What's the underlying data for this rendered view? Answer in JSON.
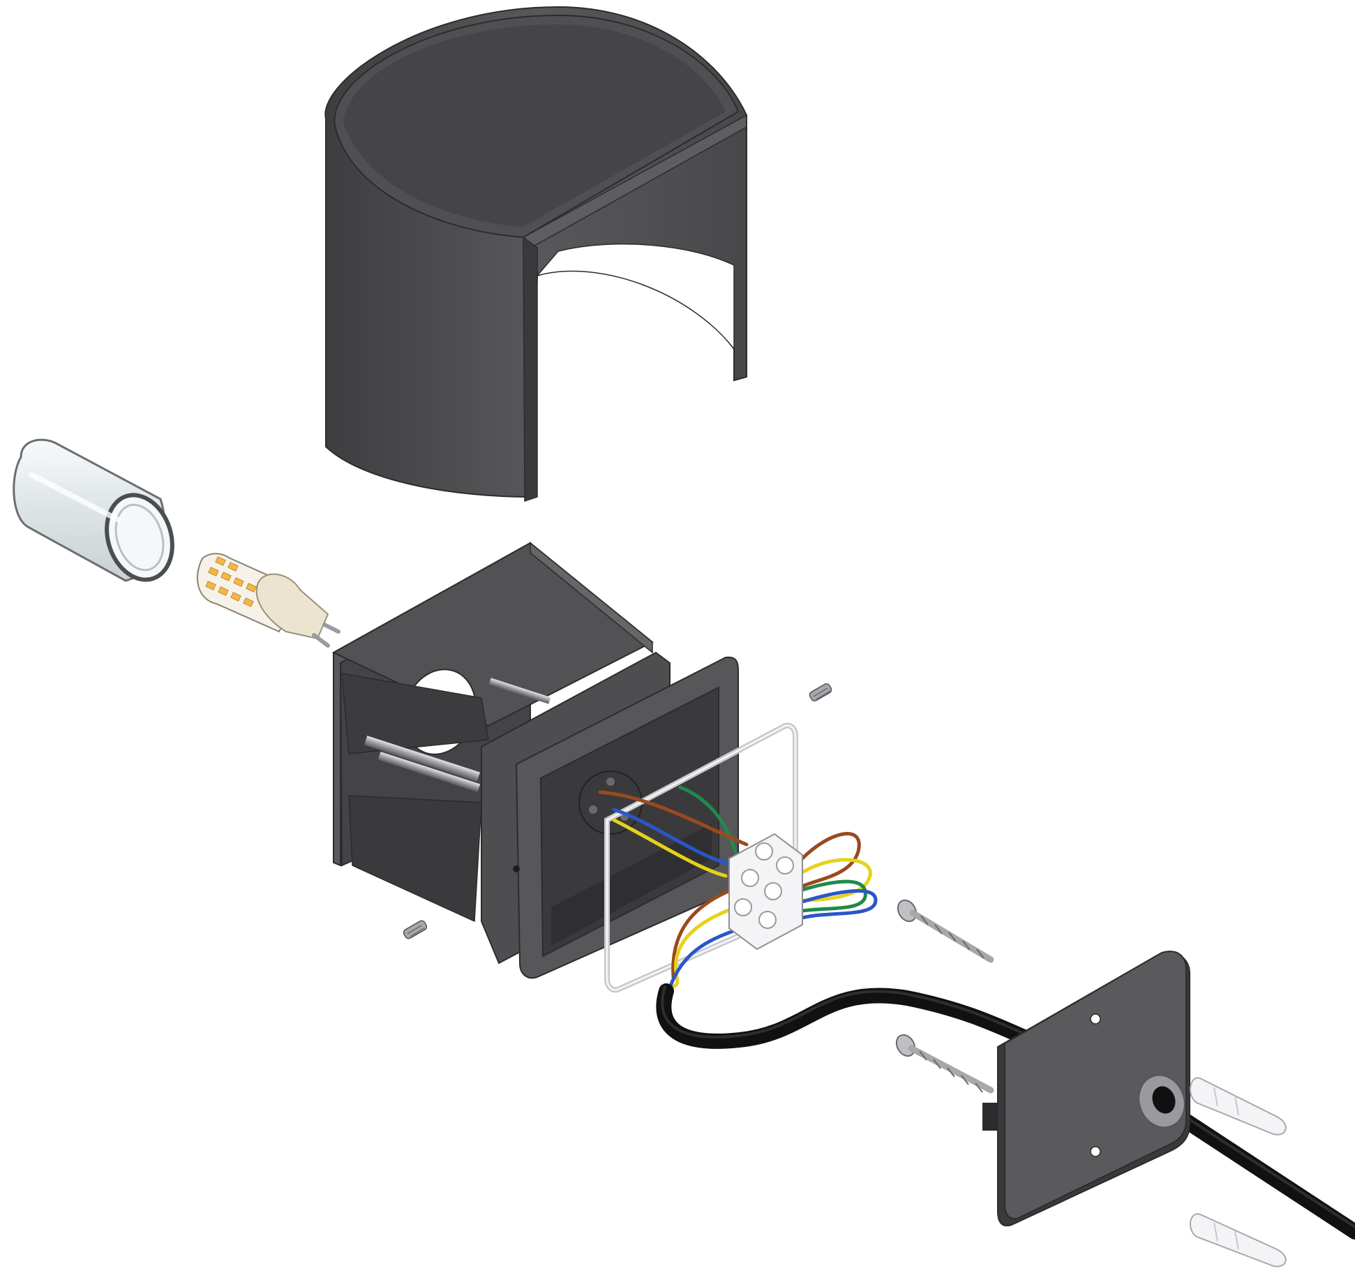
{
  "diagram": {
    "type": "exploded-view",
    "background": "#ffffff",
    "colors": {
      "housing": "#4a4a4c",
      "housing_dark": "#3a3a3c",
      "housing_light": "#5c5c5e",
      "housing_edge": "#2c2c2e",
      "glass": "#e8eef0",
      "bulb_leds": "#f2b74a",
      "bulb_base": "#ece4d0",
      "wire_brown": "#9a4a1e",
      "wire_blue": "#2a56c8",
      "wire_yellow": "#e6d21a",
      "wire_green": "#1f8a4a",
      "cable": "#111111",
      "terminal": "#f2f2f2",
      "screw": "#b8b8bc",
      "plug": "#f4f4f4",
      "wire_loop": "#d8d8dc"
    },
    "parts": [
      "semicircular-shade",
      "glass-cover",
      "g9-led-bulb",
      "lamp-housing",
      "grub-screw-top",
      "grub-screw-bottom",
      "wire-bracket",
      "terminal-block",
      "wiring",
      "power-cable",
      "wall-plate",
      "mounting-screw-top",
      "mounting-screw-bottom",
      "wall-plug-top",
      "wall-plug-bottom"
    ]
  }
}
